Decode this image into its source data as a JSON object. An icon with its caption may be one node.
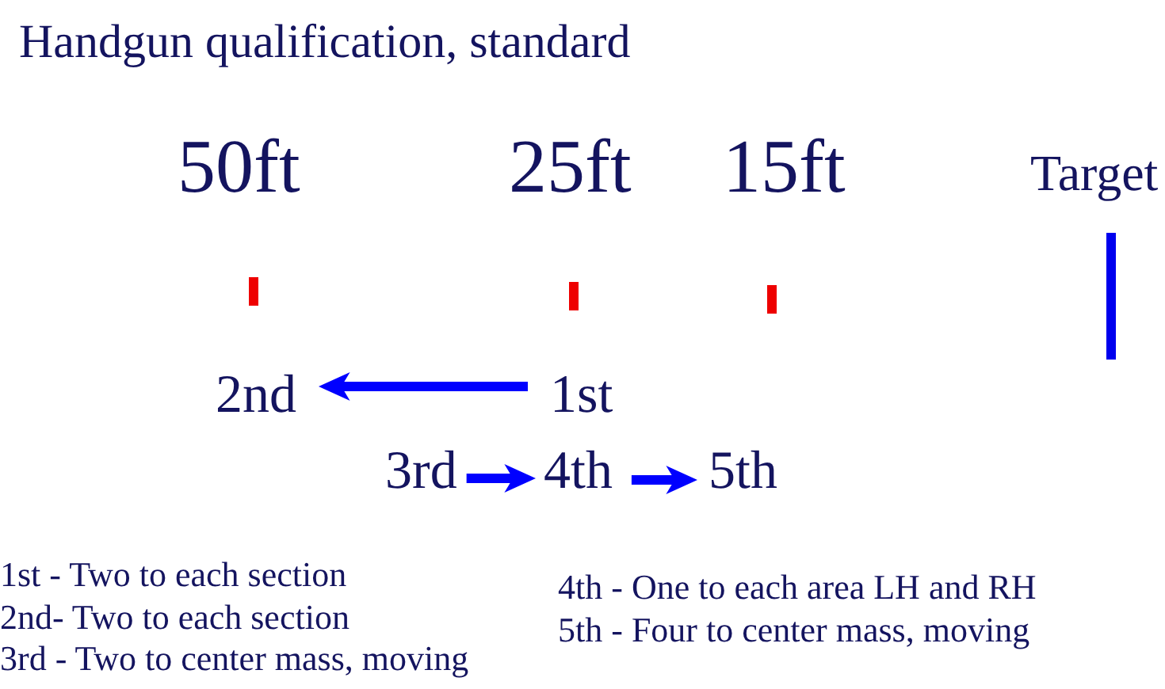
{
  "diagram": {
    "title": "Handgun qualification, standard",
    "nodes": [
      {
        "text": [],
        "shape": "bar",
        "beside": [
          "50ft"
        ]
      },
      {
        "text": [],
        "shape": "bar",
        "beside": [
          "25ft"
        ]
      },
      {
        "text": [],
        "shape": "bar",
        "beside": [
          "15ft"
        ]
      },
      {
        "text": [],
        "shape": "bar",
        "beside": [
          "Target"
        ]
      },
      {
        "text": [
          "2nd"
        ]
      },
      {
        "text": [
          "1st"
        ]
      },
      {
        "text": [
          "3rd"
        ]
      },
      {
        "text": [
          "4th"
        ]
      },
      {
        "text": [
          "5th"
        ]
      }
    ],
    "edges": [
      {
        "from": 5,
        "to": 4,
        "arrow": "to"
      },
      {
        "from": 6,
        "to": 7,
        "arrow": "to"
      },
      {
        "from": 7,
        "to": 8,
        "arrow": "to"
      }
    ],
    "labels": [
      "1st - Two to each section",
      "2nd- Two to each section",
      "3rd - Two to center mass, moving",
      "4th - One to each area LH and RH",
      "5th - Four to center mass, moving"
    ]
  }
}
